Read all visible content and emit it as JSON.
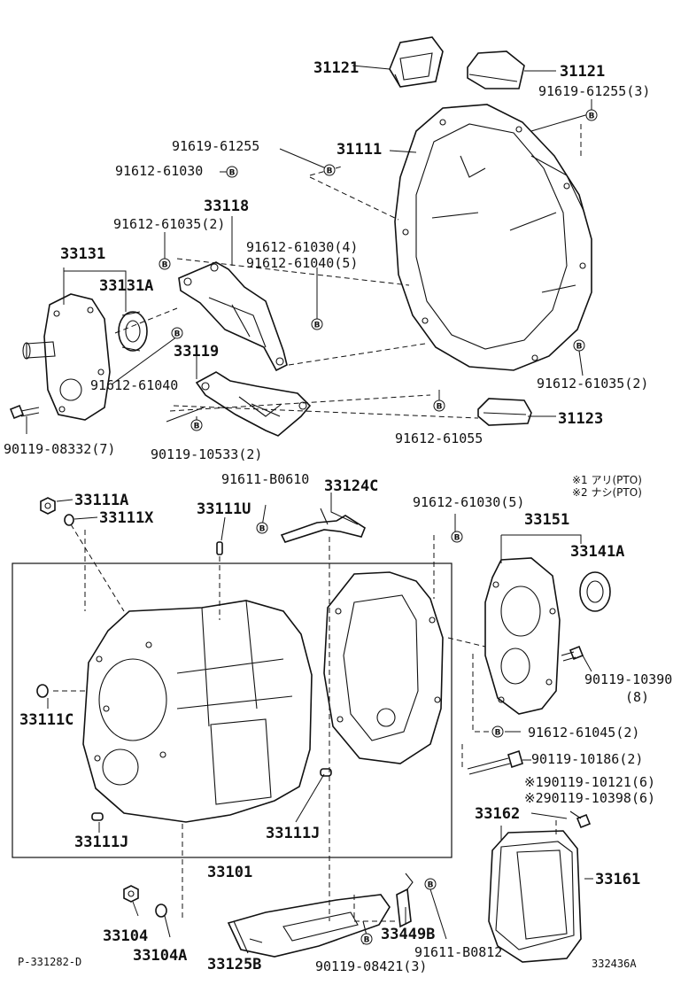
{
  "marker_letter": "B",
  "labels": {
    "p31121_left": "31121",
    "p31121_right": "31121",
    "p91619_61255_3": "91619-61255(3)",
    "p91619_61255": "91619-61255",
    "p31111": "31111",
    "p91612_61030": "91612-61030",
    "p33118": "33118",
    "p91612_61035_2_top": "91612-61035(2)",
    "p91612_61030_4": "91612-61030(4)",
    "p91612_61040_5": "91612-61040(5)",
    "p33131": "33131",
    "p33131A": "33131A",
    "p33119": "33119",
    "p91612_61040": "91612-61040",
    "p91612_61035_2_right": "91612-61035(2)",
    "p31123": "31123",
    "p90119_08332_7": "90119-08332(7)",
    "p90119_10533_2": "90119-10533(2)",
    "p91612_61055": "91612-61055",
    "note_1": "※1 アリ(PTO)",
    "note_2": "※2 ナシ(PTO)",
    "p33111A": "33111A",
    "p33111X": "33111X",
    "p91611_B0610": "91611-B0610",
    "p33124C": "33124C",
    "p33111U": "33111U",
    "p91612_61030_5": "91612-61030(5)",
    "p33151": "33151",
    "p33141A": "33141A",
    "p90119_10390": "90119-10390",
    "p90119_10390_qty": "(8)",
    "p33111C": "33111C",
    "p91612_61045_2": "91612-61045(2)",
    "p90119_10186_2": "90119-10186(2)",
    "p90119_10121_6": "※190119-10121(6)",
    "p90119_10398_6": "※290119-10398(6)",
    "p33162": "33162",
    "p33161": "33161",
    "p33111J_left": "33111J",
    "p33111J_right": "33111J",
    "p33101": "33101",
    "p33104": "33104",
    "p33104A": "33104A",
    "p33125B": "33125B",
    "p33449B": "33449B",
    "p90119_08421_3": "90119-08421(3)",
    "p91611_B0812": "91611-B0812",
    "ref_left": "P-331282-D",
    "ref_right": "332436A"
  }
}
